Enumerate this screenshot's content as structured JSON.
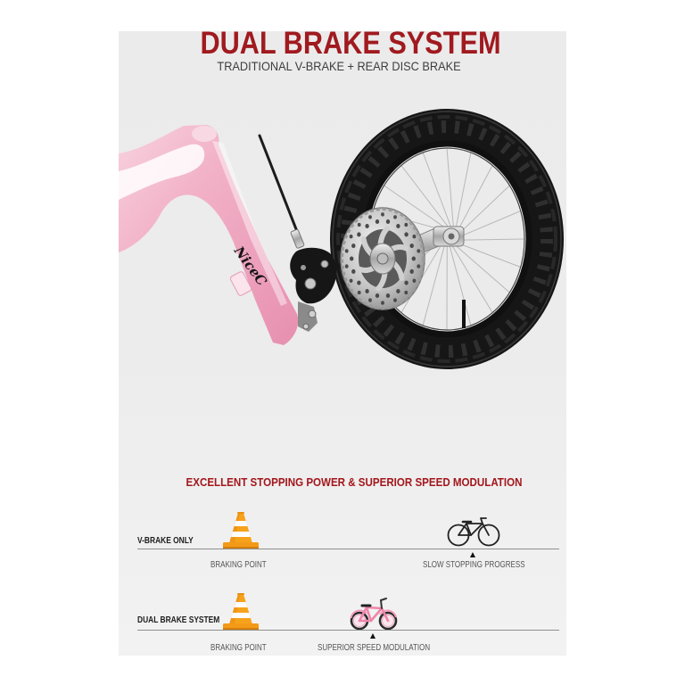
{
  "banner": {
    "title": "DUAL BRAKE SYSTEM",
    "subtitle": "TRADITIONAL V-BRAKE + REAR DISC BRAKE"
  },
  "photo": {
    "frame_logo": "NiceC"
  },
  "comparison": {
    "headline": "EXCELLENT STOPPING POWER & SUPERIOR SPEED MODULATION",
    "rows": [
      {
        "label": "V-BRAKE ONLY",
        "start_caption": "BRAKING POINT",
        "end_caption": "SLOW STOPPING PROGRESS",
        "start_icon": "traffic-cone-icon",
        "end_icon": "bicycle-outline-icon",
        "marker_icon": "up-triangle-icon"
      },
      {
        "label": "DUAL BRAKE SYSTEM",
        "start_caption": "BRAKING POINT",
        "end_caption": "SUPERIOR SPEED MODULATION",
        "start_icon": "traffic-cone-icon",
        "end_icon": "pink-kids-bike-icon",
        "marker_icon": "up-triangle-icon"
      }
    ]
  },
  "colors": {
    "title": "#a01a1f",
    "headline": "#a3161c",
    "frame_pink": "#f3b3c8",
    "cone_orange": "#f7a21b"
  }
}
